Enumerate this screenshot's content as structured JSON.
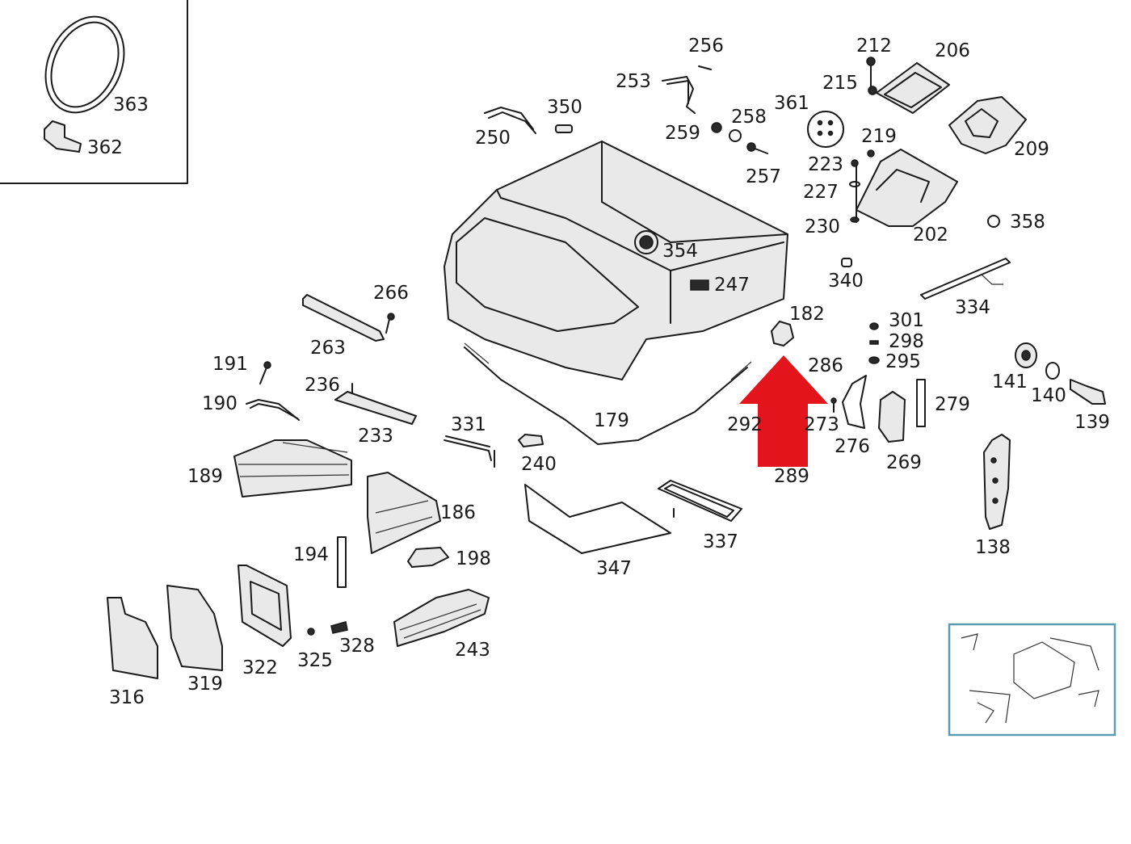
{
  "labels": {
    "l363": "363",
    "l362": "362",
    "l256": "256",
    "l253": "253",
    "l350": "350",
    "l250": "250",
    "l258": "258",
    "l259": "259",
    "l257": "257",
    "l361": "361",
    "l212": "212",
    "l206": "206",
    "l215": "215",
    "l219": "219",
    "l209": "209",
    "l223": "223",
    "l227": "227",
    "l230": "230",
    "l202": "202",
    "l358": "358",
    "l354": "354",
    "l247": "247",
    "l340": "340",
    "l334": "334",
    "l266": "266",
    "l263": "263",
    "l182": "182",
    "l301": "301",
    "l298": "298",
    "l295": "295",
    "l286": "286",
    "l191": "191",
    "l236": "236",
    "l190": "190",
    "l233": "233",
    "l331": "331",
    "l179": "179",
    "l292": "292",
    "l273": "273",
    "l276": "276",
    "l269": "269",
    "l279": "279",
    "l141": "141",
    "l140": "140",
    "l139": "139",
    "l240": "240",
    "l189": "189",
    "l186": "186",
    "l289": "289",
    "l194": "194",
    "l198": "198",
    "l347": "347",
    "l337": "337",
    "l138": "138",
    "l316": "316",
    "l319": "319",
    "l322": "322",
    "l325": "325",
    "l328": "328",
    "l243": "243"
  },
  "colors": {
    "arrow": "#e3141b",
    "line": "#1a1a1a",
    "thumbnail_border": "#5a9bb0"
  }
}
